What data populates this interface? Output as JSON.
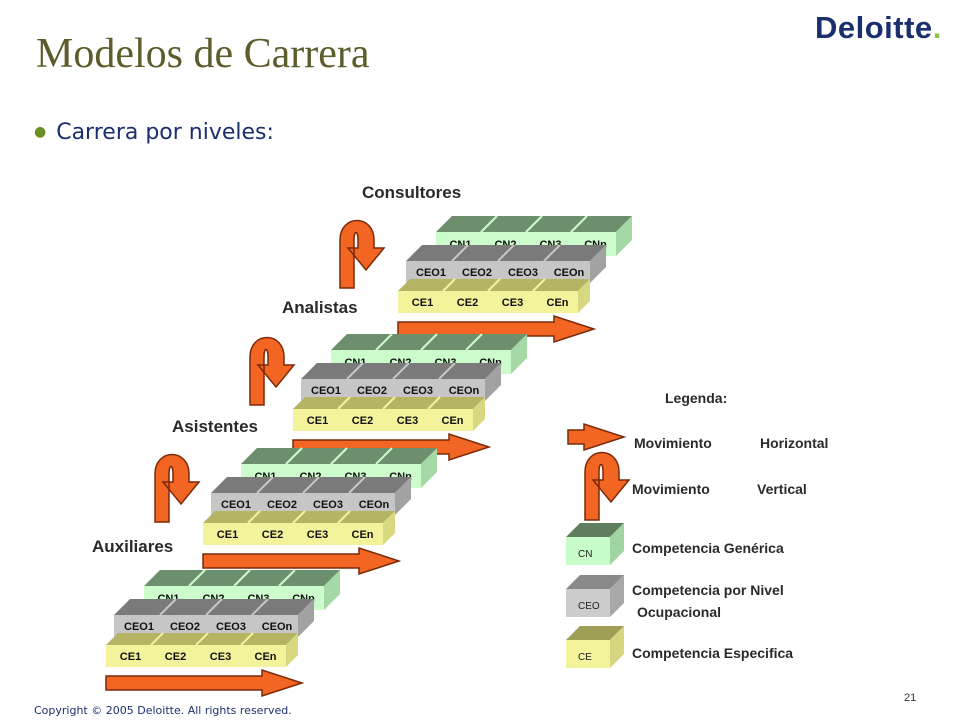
{
  "header": {
    "title": "Modelos de Carrera",
    "logo_text": "Deloitte",
    "logo_dot": "."
  },
  "bullet": {
    "text": "Carrera por niveles:"
  },
  "levels": [
    {
      "name": "Consultores",
      "rows": {
        "cn": [
          "CN1",
          "CN2",
          "CN3",
          "CNn"
        ],
        "ceo": [
          "CEO1",
          "CEO2",
          "CEO3",
          "CEOn"
        ],
        "ce": [
          "CE1",
          "CE2",
          "CE3",
          "CEn"
        ]
      }
    },
    {
      "name": "Analistas",
      "rows": {
        "cn": [
          "CN1",
          "CN2",
          "CN3",
          "CNn"
        ],
        "ceo": [
          "CEO1",
          "CEO2",
          "CEO3",
          "CEOn"
        ],
        "ce": [
          "CE1",
          "CE2",
          "CE3",
          "CEn"
        ]
      }
    },
    {
      "name": "Asistentes",
      "rows": {
        "cn": [
          "CN1",
          "CN2",
          "CN3",
          "CNn"
        ],
        "ceo": [
          "CEO1",
          "CEO2",
          "CEO3",
          "CEOn"
        ],
        "ce": [
          "CE1",
          "CE2",
          "CE3",
          "CEn"
        ]
      }
    },
    {
      "name": "Auxiliares",
      "rows": {
        "cn": [
          "CN1",
          "CN2",
          "CN3",
          "CNn"
        ],
        "ceo": [
          "CEO1",
          "CEO2",
          "CEO3",
          "CEOn"
        ],
        "ce": [
          "CE1",
          "CE2",
          "CE3",
          "CEn"
        ]
      }
    }
  ],
  "legend": {
    "title": "Legenda:",
    "horizontal": [
      "Movimiento",
      "Horizontal"
    ],
    "vertical": [
      "Movimiento",
      "Vertical"
    ],
    "cn": {
      "box": "CN",
      "label": "Competencia  Genérica"
    },
    "ceo": {
      "box": "CEO",
      "label_line1": "Competencia  por Nivel",
      "label_line2": "Ocupacional"
    },
    "ce": {
      "box": "CE",
      "label": "Competencia  Especifica"
    }
  },
  "colors": {
    "cn_front": "#ccfccc",
    "cn_top": "#6e8f6e",
    "cn_side": "#a4d8a4",
    "ceo_front": "#c6c6c6",
    "ceo_top": "#7a7a7a",
    "ceo_side": "#a2a2a2",
    "ce_front": "#f3f39c",
    "ce_top": "#b4b464",
    "ce_side": "#d8d880",
    "arrow_fill": "#f26522",
    "arrow_stroke": "#7a2a08",
    "legend_cn": "#5e7e5e",
    "legend_ceo": "#8a8a8a",
    "legend_ce": "#9e9e56"
  },
  "footer": {
    "copyright": "Copyright © 2005 Deloitte. All rights reserved.",
    "page": "21"
  }
}
